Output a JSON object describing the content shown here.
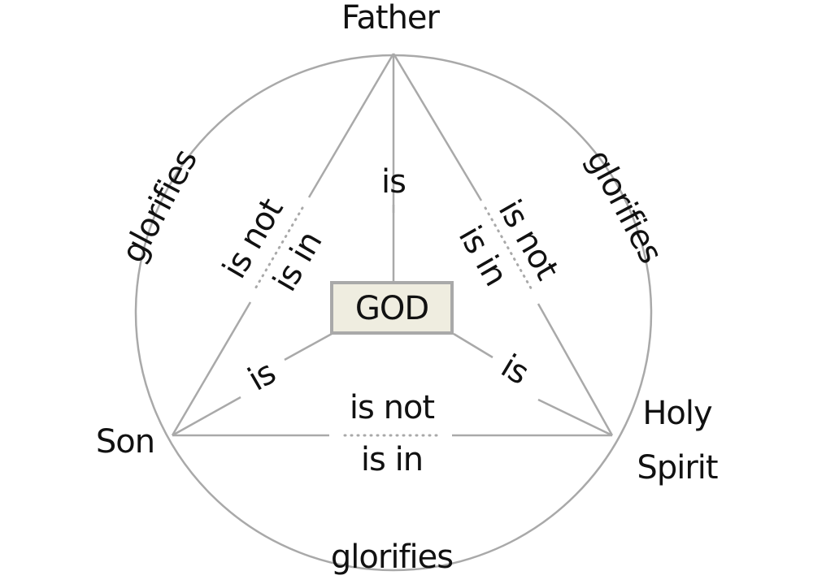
{
  "nodes": {
    "father": "Father",
    "son": "Son",
    "holy": "Holy",
    "spirit": "Spirit",
    "god": "GOD"
  },
  "relations": {
    "is": "is",
    "is_not": "is not",
    "is_in": "is in",
    "glorifies": "glorifies"
  },
  "colors": {
    "line": "#a9a9a9",
    "god_fill": "#efede0",
    "text": "#111111"
  }
}
